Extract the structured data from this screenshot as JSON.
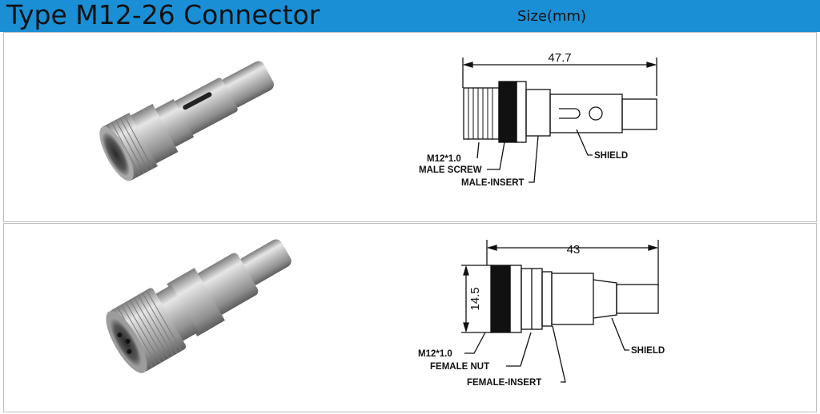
{
  "header": {
    "title": "Type M12-26 Connector",
    "size_label": "Size(mm)",
    "bar_color": "#1a8fd6"
  },
  "male": {
    "dimension_length": "47.7",
    "labels": {
      "thread": "M12*1.0",
      "screw": "MALE SCREW",
      "insert": "MALE-INSERT",
      "shield": "SHIELD"
    }
  },
  "female": {
    "dimension_length": "43",
    "dimension_diameter": "14.5",
    "labels": {
      "thread": "M12*1.0",
      "nut": "FEMALE NUT",
      "insert": "FEMALE-INSERT",
      "shield": "SHIELD"
    }
  }
}
